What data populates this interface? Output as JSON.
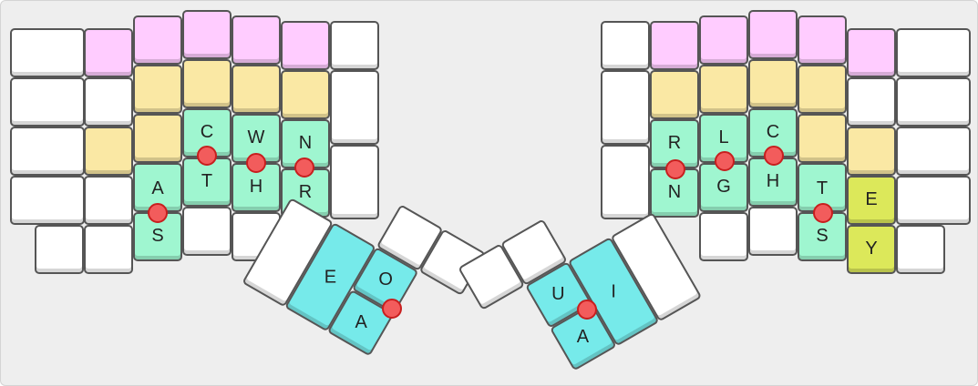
{
  "colors": {
    "background": "#eeeeee",
    "white": "#ffffff",
    "purple": "#ffccff",
    "beige": "#fae8a4",
    "mint": "#9ff6d0",
    "teal": "#76eaea",
    "lime": "#dce85a",
    "combo_dot": "#f25c5c"
  },
  "legends": {
    "left_upper": [
      "C",
      "W",
      "N",
      "A"
    ],
    "left_lower": [
      "T",
      "H",
      "R",
      "S"
    ],
    "left_thumb": [
      "E",
      "O",
      "A"
    ],
    "right_upper": [
      "R",
      "L",
      "C",
      "T",
      "E"
    ],
    "right_lower": [
      "N",
      "G",
      "H",
      "S",
      "Y"
    ],
    "right_thumb": [
      "U",
      "I",
      "A"
    ]
  }
}
